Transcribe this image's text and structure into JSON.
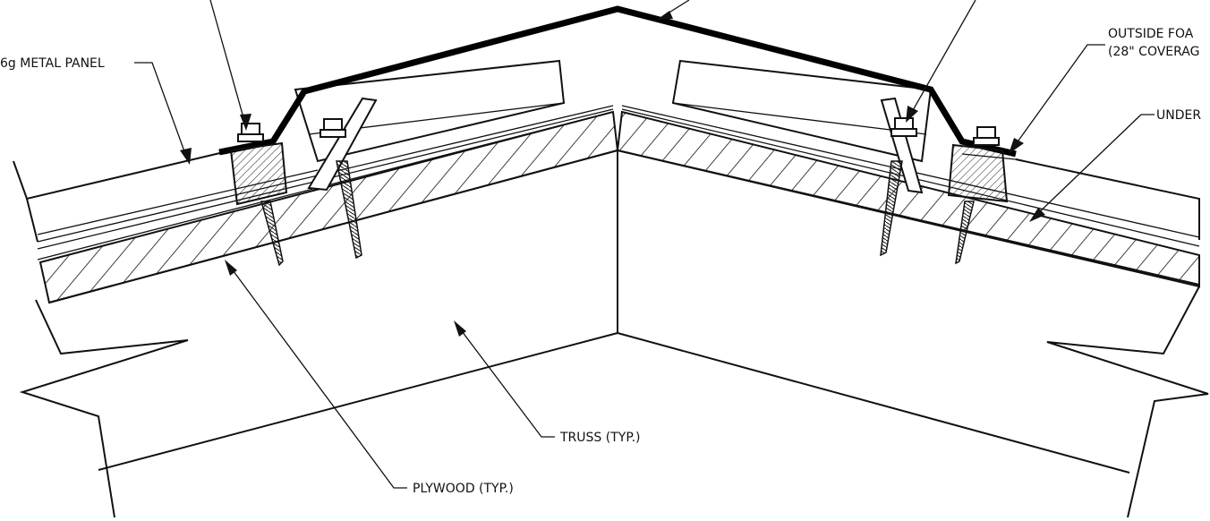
{
  "labels": {
    "metal_panel": "6g METAL PANEL",
    "outside_foam_line1": "OUTSIDE FOA",
    "outside_foam_line2": "(28\" COVERAG",
    "underlayment": "UNDER",
    "truss": "TRUSS (TYP.)",
    "plywood": "PLYWOOD (TYP.)"
  },
  "colors": {
    "line": "#111111",
    "background": "#ffffff"
  }
}
